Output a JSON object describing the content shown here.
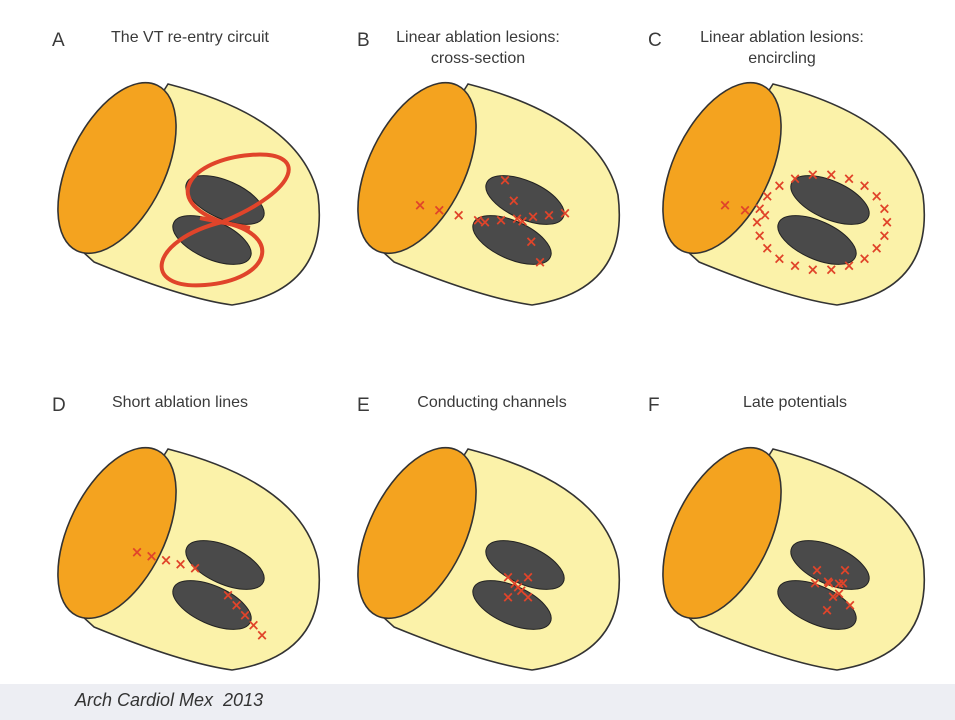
{
  "panels": [
    {
      "letter": "A",
      "title": [
        "The VT re-entry circuit"
      ],
      "marks": "circuit"
    },
    {
      "letter": "B",
      "title": [
        "Linear ablation lesions:",
        "cross-section"
      ],
      "marks": "cross"
    },
    {
      "letter": "C",
      "title": [
        "Linear ablation lesions:",
        "encircling"
      ],
      "marks": "encircle"
    },
    {
      "letter": "D",
      "title": [
        "Short ablation lines"
      ],
      "marks": "short"
    },
    {
      "letter": "E",
      "title": [
        "Conducting channels"
      ],
      "marks": "channel"
    },
    {
      "letter": "F",
      "title": [
        "Late potentials"
      ],
      "marks": "late"
    }
  ],
  "colors": {
    "ventricle_body": "#fbf2a9",
    "ventricle_base": "#f4a31f",
    "outline": "#333333",
    "scar": "#4a4a4a",
    "ablation": "#e0442a",
    "footer_bg": "#edeef3"
  },
  "citation": "Arch Cardiol Mex  2013"
}
